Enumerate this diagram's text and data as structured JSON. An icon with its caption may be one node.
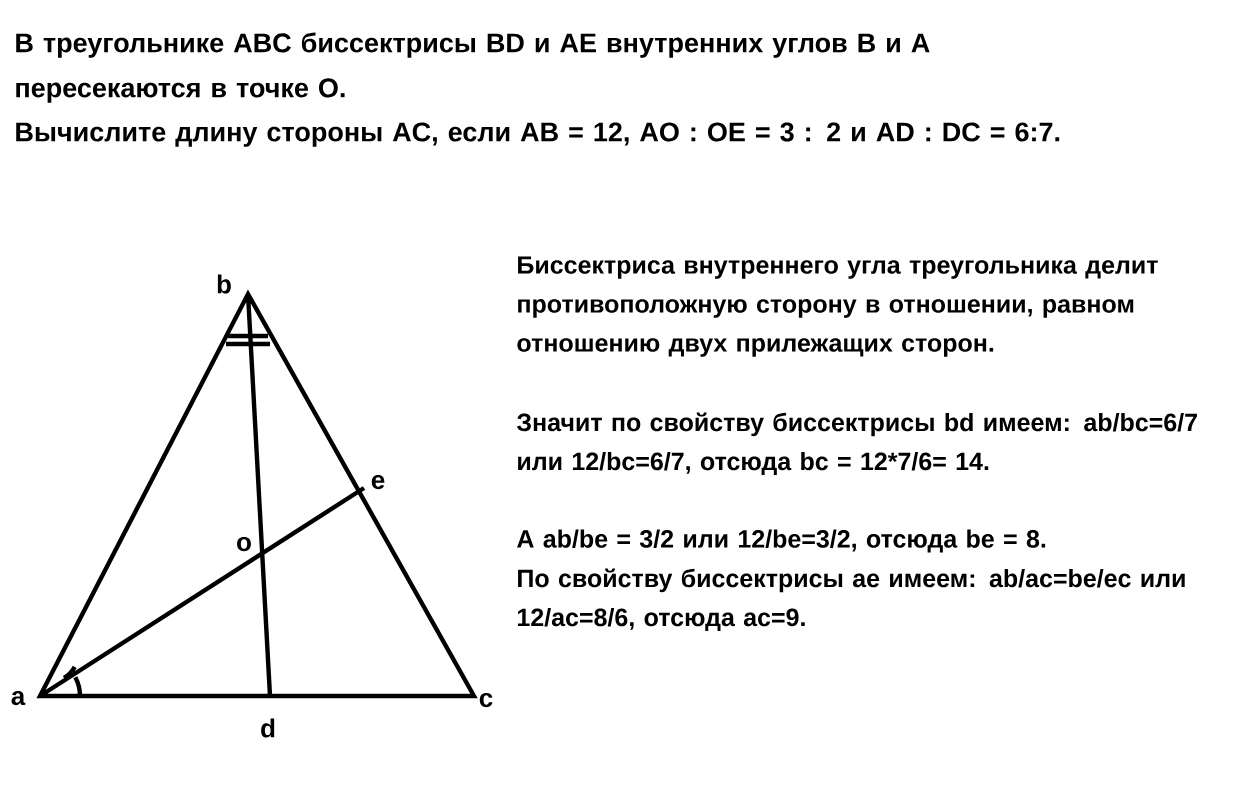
{
  "diagram": {
    "labels": [
      "В треугольнике ABC биссектрисы BD и AE внутренних углов B и A пересекаются в точке O.",
      "Вычислите длину стороны AC, если AB = 12, AO : OE = 3 : 2 и AD : DC = 6:7.",
      "b",
      "e",
      "o",
      "a",
      "d",
      "c",
      "Биссектриса внутреннего угла треугольника делит противоположную сторону в отношении, равном отношению двух прилежащих сторон.",
      "Значит по свойству биссектрисы bd имеем: ab/bc=6/7 или 12/bc=6/7, отсюда bc = 12*7/6= 14.",
      "А ab/be = 3/2 или 12/be=3/2, отсюда be = 8.",
      "По свойству биссектрисы ae имеем: ab/ac=be/ec или 12/ac=8/6, отсюда ac=9."
    ]
  }
}
